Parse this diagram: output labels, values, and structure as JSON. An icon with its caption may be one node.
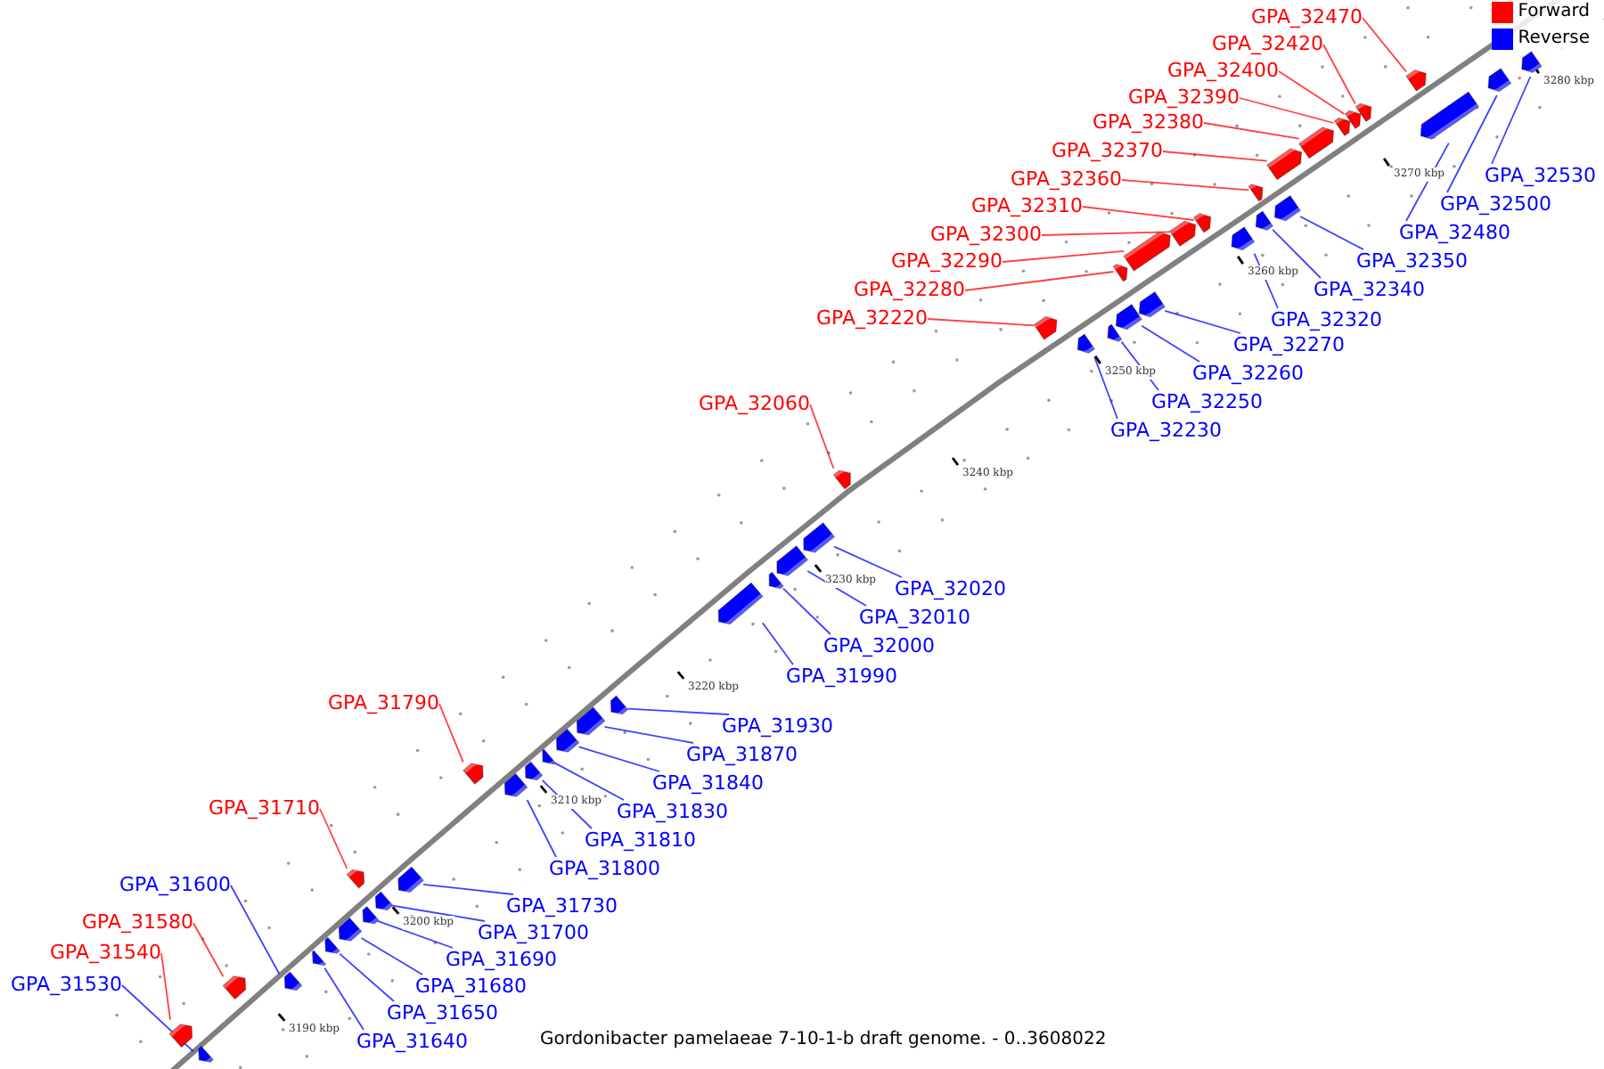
{
  "diagram": {
    "caption": "Gordonibacter pamelaeae 7-10-1-b draft genome. - 0..3608022",
    "nodes": [
      {
        "text": [
          "GPA_32470"
        ]
      },
      {
        "text": [
          "GPA_32420"
        ]
      },
      {
        "text": [
          "GPA_32400"
        ]
      },
      {
        "text": [
          "GPA_32390"
        ]
      },
      {
        "text": [
          "GPA_32380"
        ]
      },
      {
        "text": [
          "GPA_32370"
        ]
      },
      {
        "text": [
          "GPA_32530"
        ]
      },
      {
        "text": [
          "GPA_32360"
        ]
      },
      {
        "text": [
          "GPA_32500"
        ]
      },
      {
        "text": [
          "GPA_32310"
        ]
      },
      {
        "text": [
          "GPA_32480"
        ]
      },
      {
        "text": [
          "GPA_32300"
        ]
      },
      {
        "text": [
          "GPA_32350"
        ]
      },
      {
        "text": [
          "GPA_32290"
        ]
      },
      {
        "text": [
          "GPA_32340"
        ]
      },
      {
        "text": [
          "GPA_32280"
        ]
      },
      {
        "text": [
          "GPA_32220"
        ]
      },
      {
        "text": [
          "GPA_32320"
        ]
      },
      {
        "text": [
          "GPA_32270"
        ]
      },
      {
        "text": [
          "GPA_32260"
        ]
      },
      {
        "text": [
          "GPA_32250"
        ]
      },
      {
        "text": [
          "GPA_32060"
        ]
      },
      {
        "text": [
          "GPA_32230"
        ]
      },
      {
        "text": [
          "GPA_32020"
        ]
      },
      {
        "text": [
          "GPA_32010"
        ]
      },
      {
        "text": [
          "GPA_32000"
        ]
      },
      {
        "text": [
          "GPA_31990"
        ]
      },
      {
        "text": [
          "GPA_31790"
        ]
      },
      {
        "text": [
          "GPA_31930"
        ]
      },
      {
        "text": [
          "GPA_31870"
        ]
      },
      {
        "text": [
          "GPA_31840"
        ]
      },
      {
        "text": [
          "GPA_31710"
        ]
      },
      {
        "text": [
          "GPA_31830"
        ]
      },
      {
        "text": [
          "GPA_31810"
        ]
      },
      {
        "text": [
          "GPA_31800"
        ]
      },
      {
        "text": [
          "GPA_31600"
        ]
      },
      {
        "text": [
          "GPA_31730"
        ]
      },
      {
        "text": [
          "GPA_31580"
        ]
      },
      {
        "text": [
          "GPA_31700"
        ]
      },
      {
        "text": [
          "GPA_31540"
        ]
      },
      {
        "text": [
          "GPA_31690"
        ]
      },
      {
        "text": [
          "GPA_31530"
        ]
      },
      {
        "text": [
          "GPA_31680"
        ]
      },
      {
        "text": [
          "GPA_31650"
        ]
      },
      {
        "text": [
          "GPA_31640"
        ]
      },
      {
        "text": [],
        "shape": "pentagon"
      },
      {
        "text": [],
        "shape": "pentagon"
      },
      {
        "text": [],
        "shape": "pentagon"
      },
      {
        "text": [],
        "shape": "pentagon"
      },
      {
        "text": [],
        "shape": "pentagon"
      },
      {
        "text": [],
        "shape": "pentagon"
      },
      {
        "text": [],
        "shape": "pentagon"
      },
      {
        "text": [],
        "shape": "pentagon"
      },
      {
        "text": [],
        "shape": "pentagon"
      },
      {
        "text": [],
        "shape": "pentagon"
      },
      {
        "text": [],
        "shape": "pentagon"
      },
      {
        "text": [],
        "shape": "pentagon"
      },
      {
        "text": [],
        "shape": "pentagon"
      },
      {
        "text": [],
        "shape": "pentagon"
      },
      {
        "text": [],
        "shape": "pentagon"
      },
      {
        "text": [],
        "shape": "pentagon"
      },
      {
        "text": [],
        "shape": "pentagon"
      },
      {
        "text": [],
        "shape": "pentagon"
      },
      {
        "text": [],
        "shape": "pentagon"
      },
      {
        "text": [],
        "shape": "pentagon"
      },
      {
        "text": [],
        "shape": "pentagon"
      },
      {
        "text": [],
        "shape": "pentagon"
      },
      {
        "text": [],
        "shape": "pentagon"
      },
      {
        "text": [],
        "shape": "pentagon"
      },
      {
        "text": [],
        "shape": "pentagon"
      },
      {
        "text": [],
        "shape": "pentagon"
      },
      {
        "text": [],
        "shape": "pentagon"
      },
      {
        "text": [],
        "shape": "pentagon"
      },
      {
        "text": [],
        "shape": "pentagon"
      },
      {
        "text": [],
        "shape": "pentagon"
      },
      {
        "text": [],
        "shape": "pentagon"
      },
      {
        "text": [],
        "shape": "pentagon"
      },
      {
        "text": [],
        "shape": "pentagon"
      },
      {
        "text": [],
        "shape": "pentagon"
      },
      {
        "text": [],
        "shape": "pentagon"
      },
      {
        "text": [],
        "shape": "pentagon"
      },
      {
        "text": [],
        "shape": "pentagon"
      },
      {
        "text": [],
        "shape": "pentagon"
      },
      {
        "text": [],
        "shape": "pentagon"
      },
      {
        "text": [],
        "shape": "pentagon"
      },
      {
        "text": [],
        "shape": "pentagon"
      },
      {
        "text": [],
        "shape": "pentagon"
      },
      {
        "text": [],
        "shape": "pentagon"
      },
      {
        "text": [],
        "shape": "pentagon"
      },
      {
        "text": [],
        "shape": "pentagon"
      }
    ],
    "edges": [
      {
        "from": 0,
        "to": 45,
        "arrow": "none",
        "color": "#ff0000"
      },
      {
        "from": 1,
        "to": 46,
        "arrow": "none",
        "color": "#ff0000"
      },
      {
        "from": 2,
        "to": 47,
        "arrow": "none",
        "color": "#ff0000"
      },
      {
        "from": 3,
        "to": 48,
        "arrow": "none",
        "color": "#ff0000"
      },
      {
        "from": 4,
        "to": 49,
        "arrow": "none",
        "color": "#ff0000"
      },
      {
        "from": 5,
        "to": 50,
        "arrow": "none",
        "color": "#ff0000"
      },
      {
        "from": 6,
        "to": 51,
        "arrow": "none"
      },
      {
        "from": 7,
        "to": 52,
        "arrow": "none",
        "color": "#ff0000"
      },
      {
        "from": 8,
        "to": 53,
        "arrow": "none"
      },
      {
        "from": 9,
        "to": 54,
        "arrow": "none",
        "color": "#ff0000"
      },
      {
        "from": 10,
        "to": 55,
        "arrow": "none"
      },
      {
        "from": 11,
        "to": 56,
        "arrow": "none",
        "color": "#ff0000"
      },
      {
        "from": 12,
        "to": 57,
        "arrow": "none"
      },
      {
        "from": 13,
        "to": 58,
        "arrow": "none",
        "color": "#ff0000"
      },
      {
        "from": 14,
        "to": 59,
        "arrow": "none"
      },
      {
        "from": 15,
        "to": 60,
        "arrow": "none",
        "color": "#ff0000"
      },
      {
        "from": 16,
        "to": 61,
        "arrow": "none",
        "color": "#ff0000"
      },
      {
        "from": 17,
        "to": 62,
        "arrow": "none"
      },
      {
        "from": 18,
        "to": 63,
        "arrow": "none"
      },
      {
        "from": 19,
        "to": 64,
        "arrow": "none"
      },
      {
        "from": 20,
        "to": 65,
        "arrow": "none"
      },
      {
        "from": 21,
        "to": 66,
        "arrow": "none",
        "color": "#ff0000"
      },
      {
        "from": 22,
        "to": 67,
        "arrow": "none"
      },
      {
        "from": 23,
        "to": 68,
        "arrow": "none"
      },
      {
        "from": 24,
        "to": 69,
        "arrow": "none"
      },
      {
        "from": 25,
        "to": 70,
        "arrow": "none"
      },
      {
        "from": 26,
        "to": 71,
        "arrow": "none"
      },
      {
        "from": 27,
        "to": 72,
        "arrow": "none",
        "color": "#ff0000"
      },
      {
        "from": 28,
        "to": 73,
        "arrow": "none"
      },
      {
        "from": 29,
        "to": 74,
        "arrow": "none"
      },
      {
        "from": 30,
        "to": 75,
        "arrow": "none"
      },
      {
        "from": 31,
        "to": 76,
        "arrow": "none",
        "color": "#ff0000"
      },
      {
        "from": 32,
        "to": 77,
        "arrow": "none"
      },
      {
        "from": 33,
        "to": 78,
        "arrow": "none"
      },
      {
        "from": 34,
        "to": 79,
        "arrow": "none"
      },
      {
        "from": 35,
        "to": 80,
        "arrow": "none"
      },
      {
        "from": 36,
        "to": 81,
        "arrow": "none"
      },
      {
        "from": 37,
        "to": 82,
        "arrow": "none",
        "color": "#ff0000"
      },
      {
        "from": 38,
        "to": 83,
        "arrow": "none"
      },
      {
        "from": 39,
        "to": 84,
        "arrow": "none",
        "color": "#ff0000"
      },
      {
        "from": 40,
        "to": 85,
        "arrow": "none"
      },
      {
        "from": 41,
        "to": 86,
        "arrow": "none"
      },
      {
        "from": 42,
        "to": 87,
        "arrow": "none"
      },
      {
        "from": 43,
        "to": 88,
        "arrow": "none"
      },
      {
        "from": 44,
        "to": 89,
        "arrow": "none"
      }
    ],
    "labels": [
      "3280 kbp",
      "3270 kbp",
      "3260 kbp",
      "3250 kbp",
      "3240 kbp",
      "3230 kbp",
      "3220 kbp",
      "3210 kbp",
      "3200 kbp",
      "3190 kbp"
    ],
    "legend": [
      {
        "text": "Forward",
        "color": "#ff0000"
      },
      {
        "text": "Reverse",
        "color": "#0000ff"
      }
    ]
  }
}
